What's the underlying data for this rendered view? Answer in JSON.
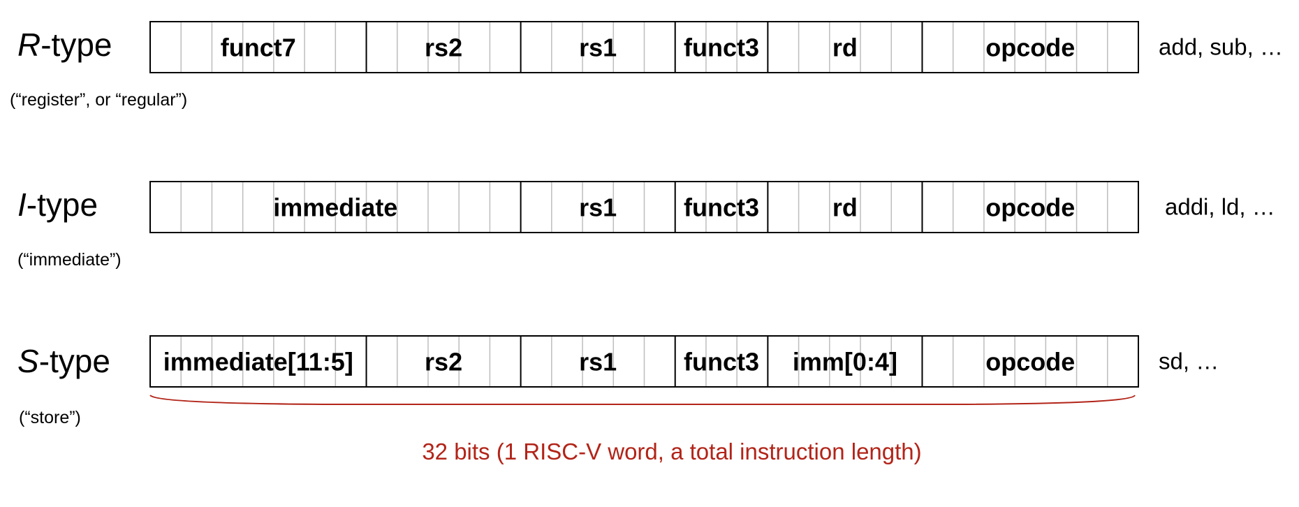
{
  "bits_total": 32,
  "colors": {
    "outline": "#000000",
    "bit_tick": "#bdbdbd",
    "brace": "#b22418",
    "total_text": "#b22418"
  },
  "formats": [
    {
      "prefix": "R",
      "suffix": "-type",
      "subtitle": "(“register”, or “regular”)",
      "examples": "add, sub, …",
      "fields": [
        {
          "name": "funct7",
          "bits": 7
        },
        {
          "name": "rs2",
          "bits": 5
        },
        {
          "name": "rs1",
          "bits": 5
        },
        {
          "name": "funct3",
          "bits": 3
        },
        {
          "name": "rd",
          "bits": 5
        },
        {
          "name": "opcode",
          "bits": 7
        }
      ]
    },
    {
      "prefix": "I",
      "suffix": "-type",
      "subtitle": "(“immediate”)",
      "examples": "addi, ld, …",
      "fields": [
        {
          "name": "immediate",
          "bits": 12
        },
        {
          "name": "rs1",
          "bits": 5
        },
        {
          "name": "funct3",
          "bits": 3
        },
        {
          "name": "rd",
          "bits": 5
        },
        {
          "name": "opcode",
          "bits": 7
        }
      ]
    },
    {
      "prefix": "S",
      "suffix": "-type",
      "subtitle": "(“store”)",
      "examples": "sd, …",
      "fields": [
        {
          "name": "immediate[11:5]",
          "bits": 7
        },
        {
          "name": "rs2",
          "bits": 5
        },
        {
          "name": "rs1",
          "bits": 5
        },
        {
          "name": "funct3",
          "bits": 3
        },
        {
          "name": "imm[0:4]",
          "bits": 5
        },
        {
          "name": "opcode",
          "bits": 7
        }
      ]
    }
  ],
  "total_label": "32 bits (1 RISC-V word, a total instruction length)"
}
